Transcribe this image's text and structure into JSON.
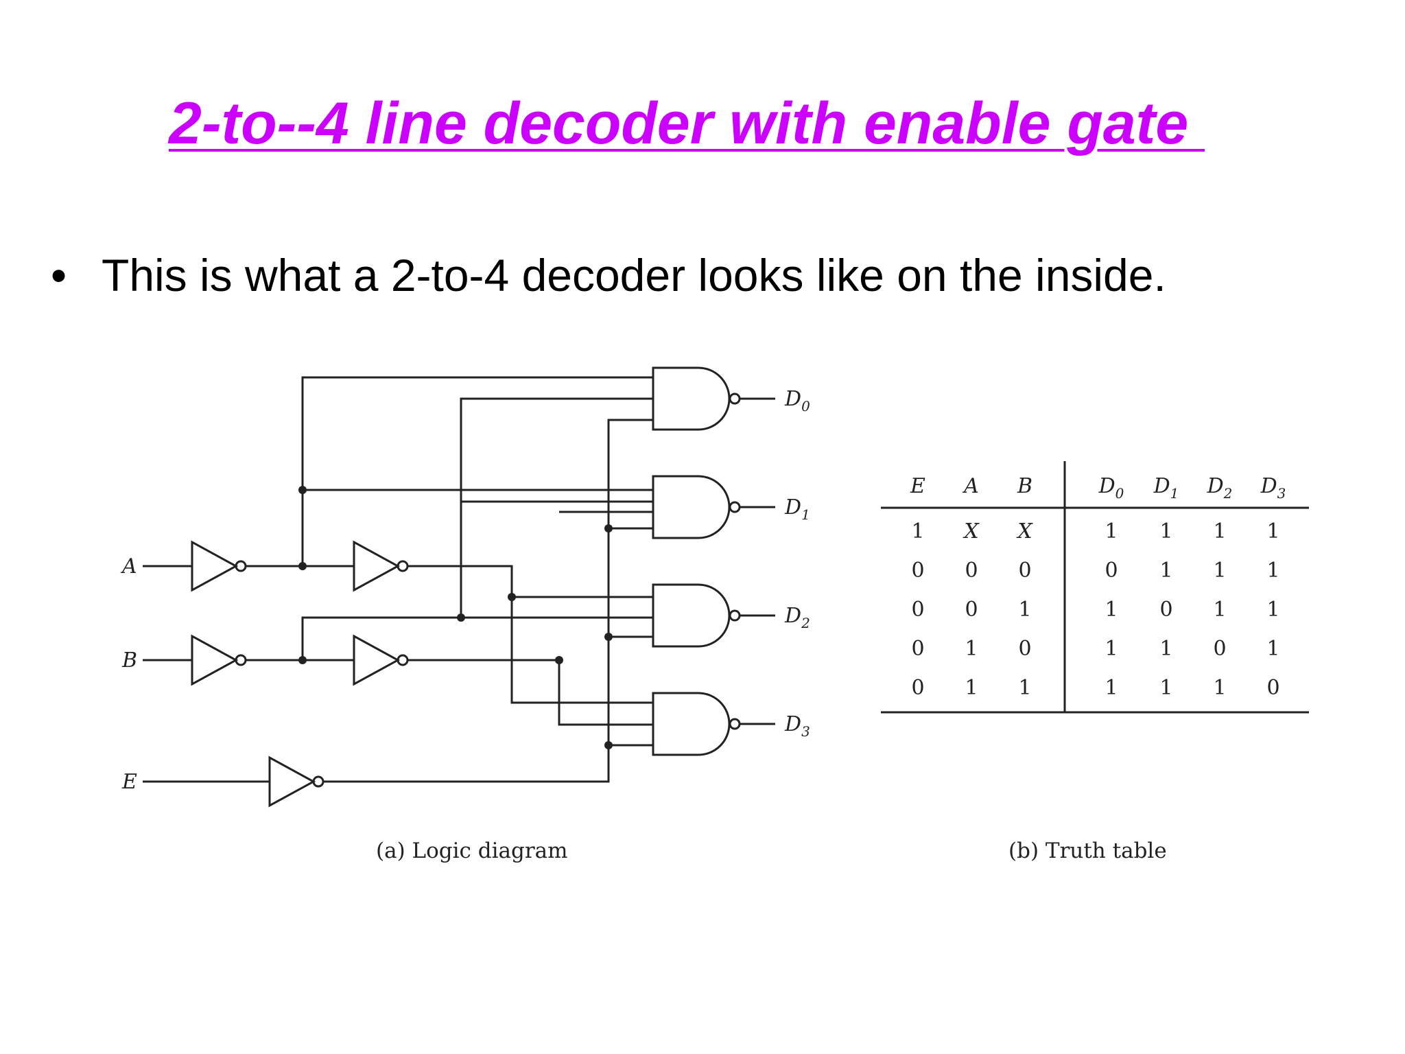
{
  "title": "2-to--4 line decoder with enable gate ",
  "bullet": {
    "marker": "•",
    "text": "This is what a 2-to-4 decoder looks like on the inside."
  },
  "diagram": {
    "inputs": {
      "a": "A",
      "b": "B",
      "e": "E"
    },
    "outputs": [
      {
        "letter": "D",
        "sub": "0"
      },
      {
        "letter": "D",
        "sub": "1"
      },
      {
        "letter": "D",
        "sub": "2"
      },
      {
        "letter": "D",
        "sub": "3"
      }
    ],
    "caption": "(a)  Logic diagram"
  },
  "truth_table": {
    "headers": [
      {
        "letter": "E",
        "sub": ""
      },
      {
        "letter": "A",
        "sub": ""
      },
      {
        "letter": "B",
        "sub": ""
      },
      {
        "letter": "D",
        "sub": "0"
      },
      {
        "letter": "D",
        "sub": "1"
      },
      {
        "letter": "D",
        "sub": "2"
      },
      {
        "letter": "D",
        "sub": "3"
      }
    ],
    "rows": [
      [
        "1",
        "X",
        "X",
        "1",
        "1",
        "1",
        "1"
      ],
      [
        "0",
        "0",
        "0",
        "0",
        "1",
        "1",
        "1"
      ],
      [
        "0",
        "0",
        "1",
        "1",
        "0",
        "1",
        "1"
      ],
      [
        "0",
        "1",
        "0",
        "1",
        "1",
        "0",
        "1"
      ],
      [
        "0",
        "1",
        "1",
        "1",
        "1",
        "1",
        "0"
      ]
    ],
    "caption": "(b)  Truth table"
  }
}
